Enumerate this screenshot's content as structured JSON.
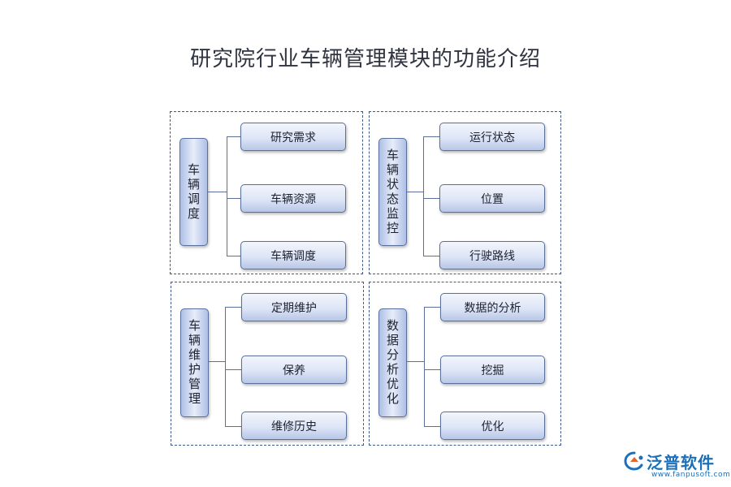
{
  "title": "研究院行业车辆管理模块的功能介绍",
  "modules": [
    {
      "name": "车辆调度",
      "items": [
        "研究需求",
        "车辆资源",
        "车辆调度"
      ]
    },
    {
      "name": "车辆状态监控",
      "items": [
        "运行状态",
        "位置",
        "行驶路线"
      ]
    },
    {
      "name": "车辆维护管理",
      "items": [
        "定期维护",
        "保养",
        "维修历史"
      ]
    },
    {
      "name": "数据分析优化",
      "items": [
        "数据的分析",
        "挖掘",
        "优化"
      ]
    }
  ],
  "watermark": {
    "name": "泛普软件",
    "url": "www.fanpusoft.com"
  },
  "colors": {
    "border": "#5a6f9a",
    "panel_border": "#3d5a8a",
    "box_light": "#e7edf9",
    "box_dark": "#aebfe6",
    "logo": "#1c6fb8",
    "logo_accent": "#e8632b"
  }
}
